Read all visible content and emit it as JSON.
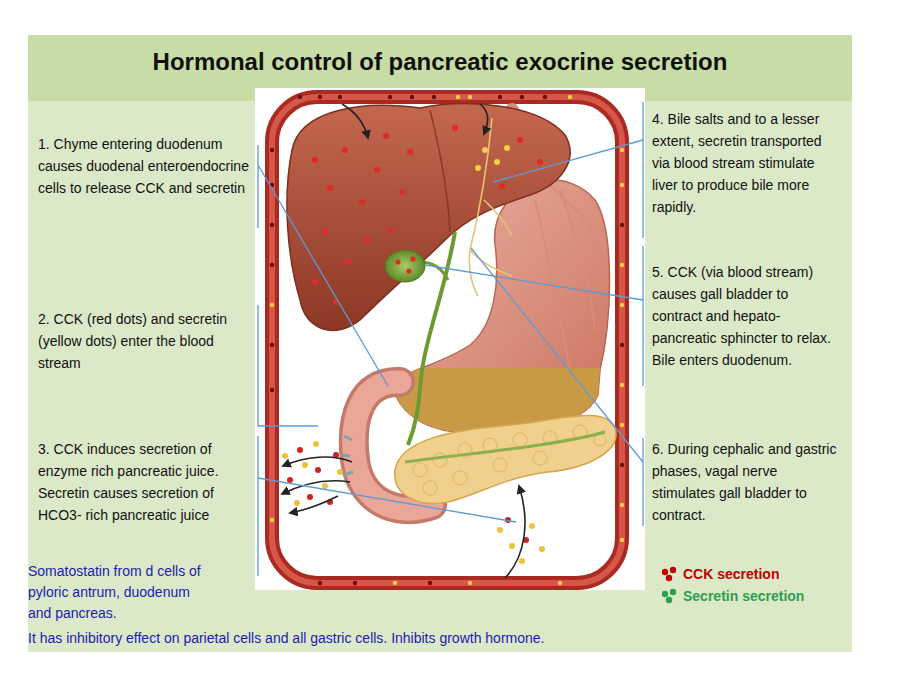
{
  "diagram": {
    "title": "Hormonal control of pancreatic exocrine secretion",
    "labels": [
      "1. Chyme entering duodenum causes duodenal enteroendocrine cells to release CCK and secretin",
      "2. CCK (red dots) and secretin (yellow dots) enter the blood stream",
      "3. CCK induces secretion of enzyme rich pancreatic juice. Secretin causes secretion of HCO3- rich pancreatic juice",
      "4. Bile salts and to a lesser extent, secretin transported via blood stream stimulate liver to produce bile more rapidly.",
      "5. CCK (via blood stream) causes gall bladder to contract and hepato- pancreatic sphincter to relax. Bile enters duodenum.",
      "6. During cephalic and gastric phases, vagal nerve stimulates gall bladder to contract.",
      "Somatostatin from d cells of pyloric antrum, duodenum and pancreas.",
      "It has inhibitory effect on parietal cells and all gastric cells. Inhibits growth hormone."
    ],
    "legend": [
      {
        "text": "CCK secretion",
        "color": "#c00000"
      },
      {
        "text": "Secretin secretion",
        "color": "#2e9e4f"
      }
    ]
  }
}
